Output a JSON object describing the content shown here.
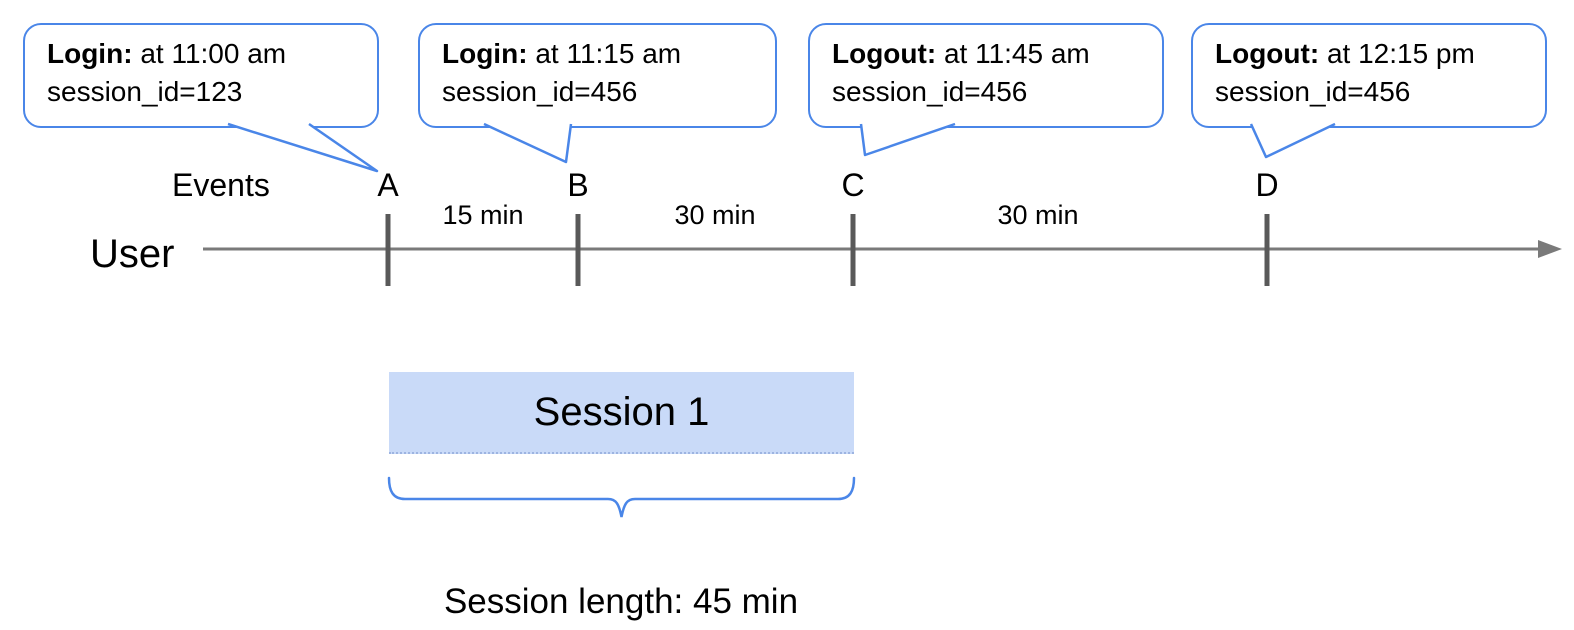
{
  "callouts": [
    {
      "action": "Login:",
      "time": "at 11:00 am",
      "session": "session_id=123"
    },
    {
      "action": "Login:",
      "time": "at 11:15 am",
      "session": "session_id=456"
    },
    {
      "action": "Logout:",
      "time": "at 11:45 am",
      "session": "session_id=456"
    },
    {
      "action": "Logout:",
      "time": "at 12:15 pm",
      "session": "session_id=456"
    }
  ],
  "timeline": {
    "events_label": "Events",
    "user_label": "User",
    "event_markers": [
      "A",
      "B",
      "C",
      "D"
    ],
    "intervals": [
      "15 min",
      "30 min",
      "30 min"
    ]
  },
  "session": {
    "box_label": "Session 1",
    "length_label": "Session length: 45 min"
  },
  "colors": {
    "accent-blue": "#4a86e8",
    "session-fill": "#c9daf8",
    "axis-gray": "#7a7a7a",
    "tick-gray": "#595959",
    "text-black": "#000000"
  }
}
